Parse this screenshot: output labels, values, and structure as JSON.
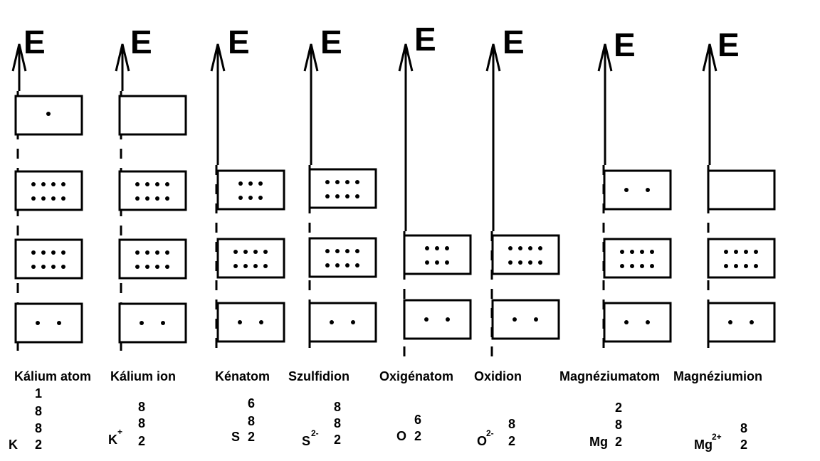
{
  "axis_label": "E",
  "columns": [
    {
      "name": "Kálium atom",
      "symbol": "K",
      "charge": "",
      "boxes": [
        1,
        8,
        8,
        2
      ],
      "config": [
        "1",
        "8",
        "8",
        "2"
      ]
    },
    {
      "name": "Kálium ion",
      "symbol": "K",
      "charge": "+",
      "boxes": [
        0,
        8,
        8,
        2
      ],
      "config": [
        "8",
        "8",
        "2"
      ]
    },
    {
      "name": "Kénatom",
      "symbol": "S",
      "charge": "",
      "boxes": [
        6,
        8,
        2
      ],
      "config": [
        "6",
        "8",
        "2"
      ]
    },
    {
      "name": "Szulfidion",
      "symbol": "S",
      "charge": "2-",
      "boxes": [
        8,
        8,
        2
      ],
      "config": [
        "8",
        "8",
        "2"
      ]
    },
    {
      "name": "Oxigénatom",
      "symbol": "O",
      "charge": "",
      "boxes": [
        6,
        2
      ],
      "config": [
        "6",
        "2"
      ]
    },
    {
      "name": "Oxidion",
      "symbol": "O",
      "charge": "2-",
      "boxes": [
        8,
        2
      ],
      "config": [
        "8",
        "2"
      ]
    },
    {
      "name": "Magnéziumatom",
      "symbol": "Mg",
      "charge": "",
      "boxes": [
        2,
        8,
        2
      ],
      "config": [
        "2",
        "8",
        "2"
      ]
    },
    {
      "name": "Magnéziumion",
      "symbol": "Mg",
      "charge": "2+",
      "boxes": [
        0,
        8,
        2
      ],
      "config": [
        "8",
        "2"
      ]
    }
  ]
}
